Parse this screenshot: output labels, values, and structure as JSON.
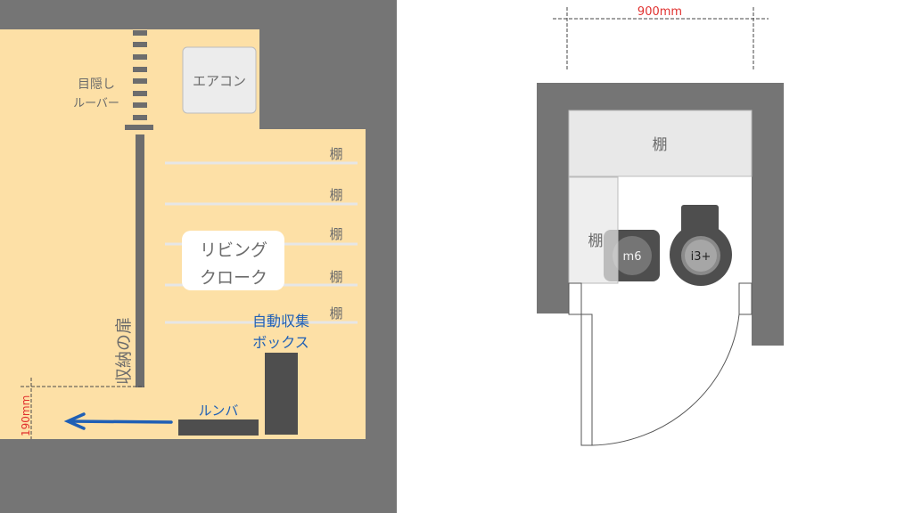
{
  "left_plan": {
    "louver_label_line1": "目隠し",
    "louver_label_line2": "ルーバー",
    "aircon_label": "エアコン",
    "shelf_labels": [
      "棚",
      "棚",
      "棚",
      "棚",
      "棚"
    ],
    "room_label_line1": "リビング",
    "room_label_line2": "クローク",
    "door_label": "収納の扉",
    "box_label_line1": "自動収集",
    "box_label_line2": "ボックス",
    "roomba_label": "ルンバ",
    "dimension_label": "190mm"
  },
  "right_plan": {
    "dimension_label": "900mm",
    "top_shelf_label": "棚",
    "side_shelf_label": "棚",
    "m6_label": "m6",
    "i3_label": "i3+"
  },
  "colors": {
    "wall": "#757575",
    "floor": "#fde2a8",
    "accent_blue": "#1f5fb5",
    "dimension_red": "#e0312f",
    "device_dark": "#4e4e4e"
  }
}
